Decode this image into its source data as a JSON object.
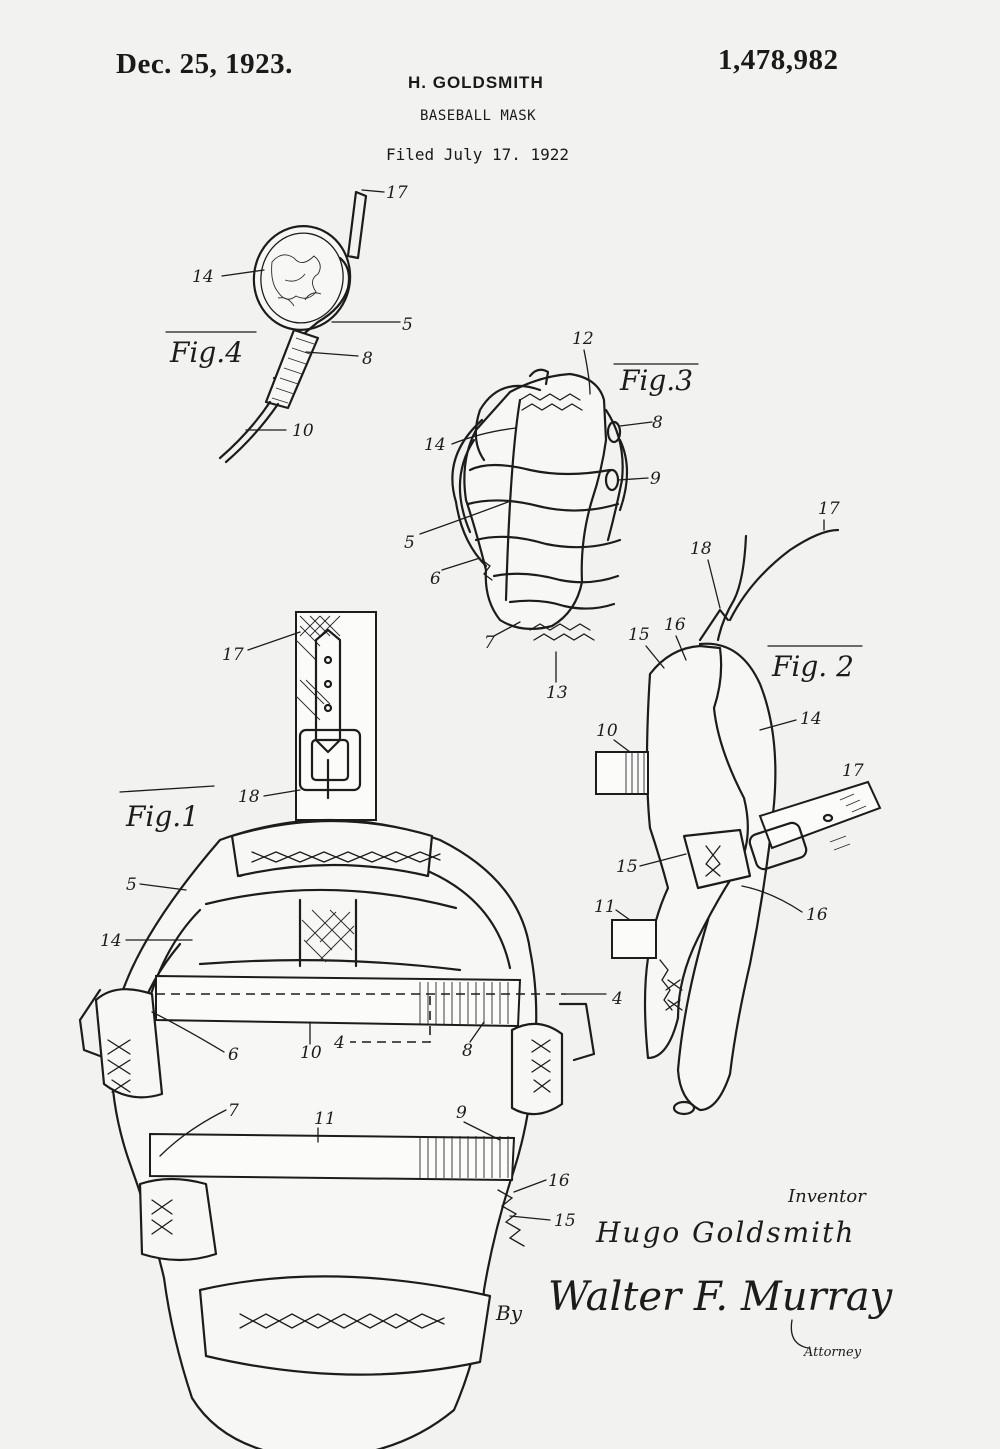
{
  "header": {
    "date": "Dec. 25, 1923.",
    "patent_number": "1,478,982",
    "inventor_name": "H. GOLDSMITH",
    "title": "BASEBALL MASK",
    "filed": "Filed July 17. 1922"
  },
  "figures": {
    "fig1_label": "Fig.1",
    "fig2_label": "Fig. 2",
    "fig3_label": "Fig.3",
    "fig4_label": "Fig.4"
  },
  "reference_numerals": {
    "fig4": [
      "17",
      "14",
      "5",
      "8",
      "10"
    ],
    "fig3": [
      "12",
      "8",
      "14",
      "9",
      "5",
      "6",
      "7",
      "13"
    ],
    "fig2": [
      "17",
      "18",
      "15",
      "16",
      "14",
      "10",
      "15",
      "16",
      "11"
    ],
    "fig1": [
      "17",
      "18",
      "5",
      "14",
      "6",
      "10",
      "4",
      "8",
      "4",
      "7",
      "11",
      "9",
      "16",
      "15"
    ]
  },
  "signature_block": {
    "inventor_heading": "Inventor",
    "inventor_signature": "Hugo Goldsmith",
    "by_prefix": "By",
    "attorney_signature": "Walter F. Murray",
    "attorney_label": "Attorney"
  }
}
